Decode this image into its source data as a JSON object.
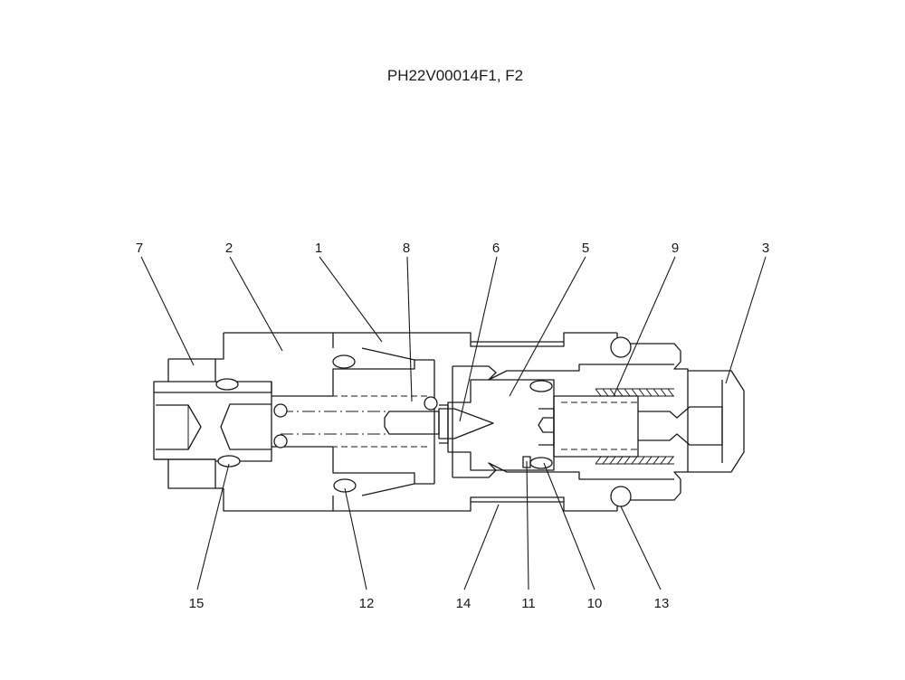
{
  "title": "PH22V00014F1, F2",
  "callouts": {
    "c7": "7",
    "c2": "2",
    "c1": "1",
    "c8": "8",
    "c6": "6",
    "c5": "5",
    "c9": "9",
    "c3": "3",
    "c15": "15",
    "c12": "12",
    "c14": "14",
    "c11": "11",
    "c10": "10",
    "c13": "13"
  }
}
